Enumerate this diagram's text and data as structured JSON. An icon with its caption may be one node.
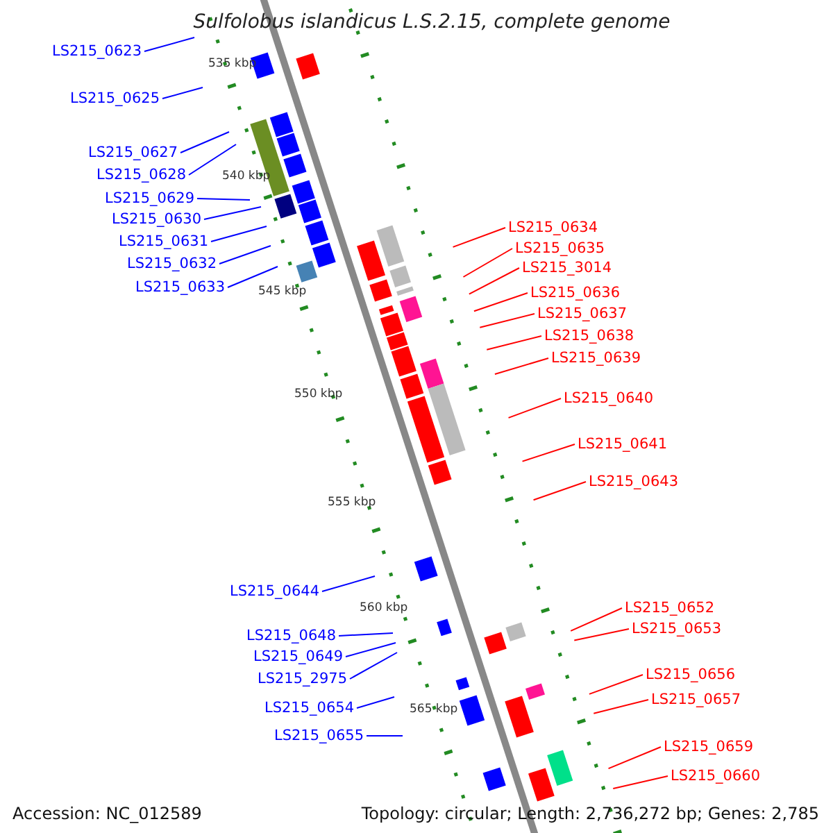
{
  "diagram": {
    "title": "Sulfolobus islandicus L.S.2.15, complete genome",
    "nodes": [
      {
        "text": [
          "LS215_0623"
        ]
      },
      {
        "text": [
          "LS215_0625"
        ]
      },
      {
        "text": [
          "LS215_0627"
        ]
      },
      {
        "text": [
          "LS215_0628"
        ]
      },
      {
        "text": [
          "LS215_0629"
        ]
      },
      {
        "text": [
          "LS215_0630"
        ]
      },
      {
        "text": [
          "LS215_0631"
        ]
      },
      {
        "text": [
          "LS215_0632"
        ]
      },
      {
        "text": [
          "LS215_0633"
        ]
      },
      {
        "text": [
          "LS215_0634"
        ]
      },
      {
        "text": [
          "LS215_0635"
        ]
      },
      {
        "text": [
          "LS215_3014"
        ]
      },
      {
        "text": [
          "LS215_0636"
        ]
      },
      {
        "text": [
          "LS215_0637"
        ]
      },
      {
        "text": [
          "LS215_0638"
        ]
      },
      {
        "text": [
          "LS215_0639"
        ]
      },
      {
        "text": [
          "LS215_0640"
        ]
      },
      {
        "text": [
          "LS215_0641"
        ]
      },
      {
        "text": [
          "LS215_0643"
        ]
      },
      {
        "text": [
          "LS215_0644"
        ]
      },
      {
        "text": [
          "LS215_0648"
        ]
      },
      {
        "text": [
          "LS215_0649"
        ]
      },
      {
        "text": [
          "LS215_2975"
        ]
      },
      {
        "text": [
          "LS215_0654"
        ]
      },
      {
        "text": [
          "LS215_0655"
        ]
      },
      {
        "text": [
          "LS215_0652"
        ]
      },
      {
        "text": [
          "LS215_0653"
        ]
      },
      {
        "text": [
          "LS215_0656"
        ]
      },
      {
        "text": [
          "LS215_0657"
        ]
      },
      {
        "text": [
          "LS215_0659"
        ]
      },
      {
        "text": [
          "LS215_0660"
        ]
      }
    ],
    "edges": [
      {
        "from": 0,
        "to": null,
        "arrow": "none",
        "color": "#0000ff"
      },
      {
        "from": 1,
        "to": null,
        "arrow": "none",
        "color": "#0000ff"
      },
      {
        "from": 2,
        "to": null,
        "arrow": "none",
        "color": "#0000ff"
      },
      {
        "from": 3,
        "to": null,
        "arrow": "none",
        "color": "#0000ff"
      },
      {
        "from": 4,
        "to": null,
        "arrow": "none",
        "color": "#0000ff"
      },
      {
        "from": 5,
        "to": null,
        "arrow": "none",
        "color": "#0000ff"
      },
      {
        "from": 6,
        "to": null,
        "arrow": "none",
        "color": "#0000ff"
      },
      {
        "from": 7,
        "to": null,
        "arrow": "none",
        "color": "#0000ff"
      },
      {
        "from": 8,
        "to": null,
        "arrow": "none",
        "color": "#0000ff"
      },
      {
        "from": 9,
        "to": null,
        "arrow": "none"
      },
      {
        "from": 10,
        "to": null,
        "arrow": "none"
      },
      {
        "from": 11,
        "to": null,
        "arrow": "none"
      },
      {
        "from": 12,
        "to": null,
        "arrow": "none"
      },
      {
        "from": 13,
        "to": null,
        "arrow": "none"
      },
      {
        "from": 14,
        "to": null,
        "arrow": "none"
      },
      {
        "from": 15,
        "to": null,
        "arrow": "none"
      },
      {
        "from": 16,
        "to": null,
        "arrow": "none"
      },
      {
        "from": 17,
        "to": null,
        "arrow": "none"
      },
      {
        "from": 18,
        "to": null,
        "arrow": "none"
      },
      {
        "from": 19,
        "to": null,
        "arrow": "none",
        "color": "#0000ff"
      },
      {
        "from": 20,
        "to": null,
        "arrow": "none",
        "color": "#0000ff"
      },
      {
        "from": 21,
        "to": null,
        "arrow": "none",
        "color": "#0000ff"
      },
      {
        "from": 22,
        "to": null,
        "arrow": "none",
        "color": "#0000ff"
      },
      {
        "from": 23,
        "to": null,
        "arrow": "none",
        "color": "#0000ff"
      },
      {
        "from": 24,
        "to": null,
        "arrow": "none",
        "color": "#0000ff"
      },
      {
        "from": 25,
        "to": null,
        "arrow": "none"
      },
      {
        "from": 26,
        "to": null,
        "arrow": "none"
      },
      {
        "from": 27,
        "to": null,
        "arrow": "none"
      },
      {
        "from": 28,
        "to": null,
        "arrow": "none"
      },
      {
        "from": 29,
        "to": null,
        "arrow": "none"
      },
      {
        "from": 30,
        "to": null,
        "arrow": "none"
      }
    ],
    "labels": [
      "535 kbp",
      "540 kbp",
      "545 kbp",
      "550 kbp",
      "555 kbp",
      "560 kbp",
      "565 kbp",
      "Accession: NC_012589",
      "Topology: circular; Length: 2,736,272 bp; Genes: 2,785"
    ]
  }
}
